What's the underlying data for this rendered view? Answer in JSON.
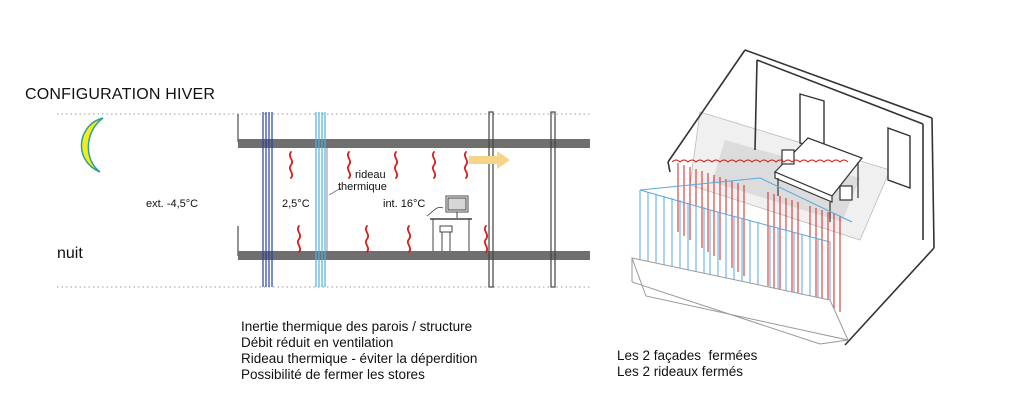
{
  "diagram": {
    "title": "CONFIGURATION HIVER",
    "period": "nuit",
    "labels": {
      "exterior_temp": "ext. -4,5°C",
      "buffer_temp": "2,5°C",
      "curtain_line1": "rideau",
      "curtain_line2": "thermique",
      "interior_temp": "int. 16°C"
    },
    "notes": [
      "Inertie thermique des parois / structure",
      "Débit réduit en ventilation",
      "Rideau thermique - éviter la déperdition",
      "Possibilité de fermer les stores"
    ],
    "iso_notes": [
      "Les 2 façades  fermées",
      "Les 2 rideaux fermés"
    ]
  },
  "colors": {
    "slab": "#6f6f6f",
    "outer_facade": "#2a3fa8",
    "inner_facade": "#4fb0e0",
    "heat_wave": "#d81c1c",
    "airflow_arrow": "#f4d58a",
    "moon_fill": "#f6ec1a",
    "moon_edge": "#2aa0a0",
    "iso_blue": "#5aa8e0",
    "iso_red": "#d32020"
  },
  "icons": [
    "moon-icon",
    "heat-wave-icon",
    "airflow-arrow-icon",
    "desk-computer-icon"
  ]
}
